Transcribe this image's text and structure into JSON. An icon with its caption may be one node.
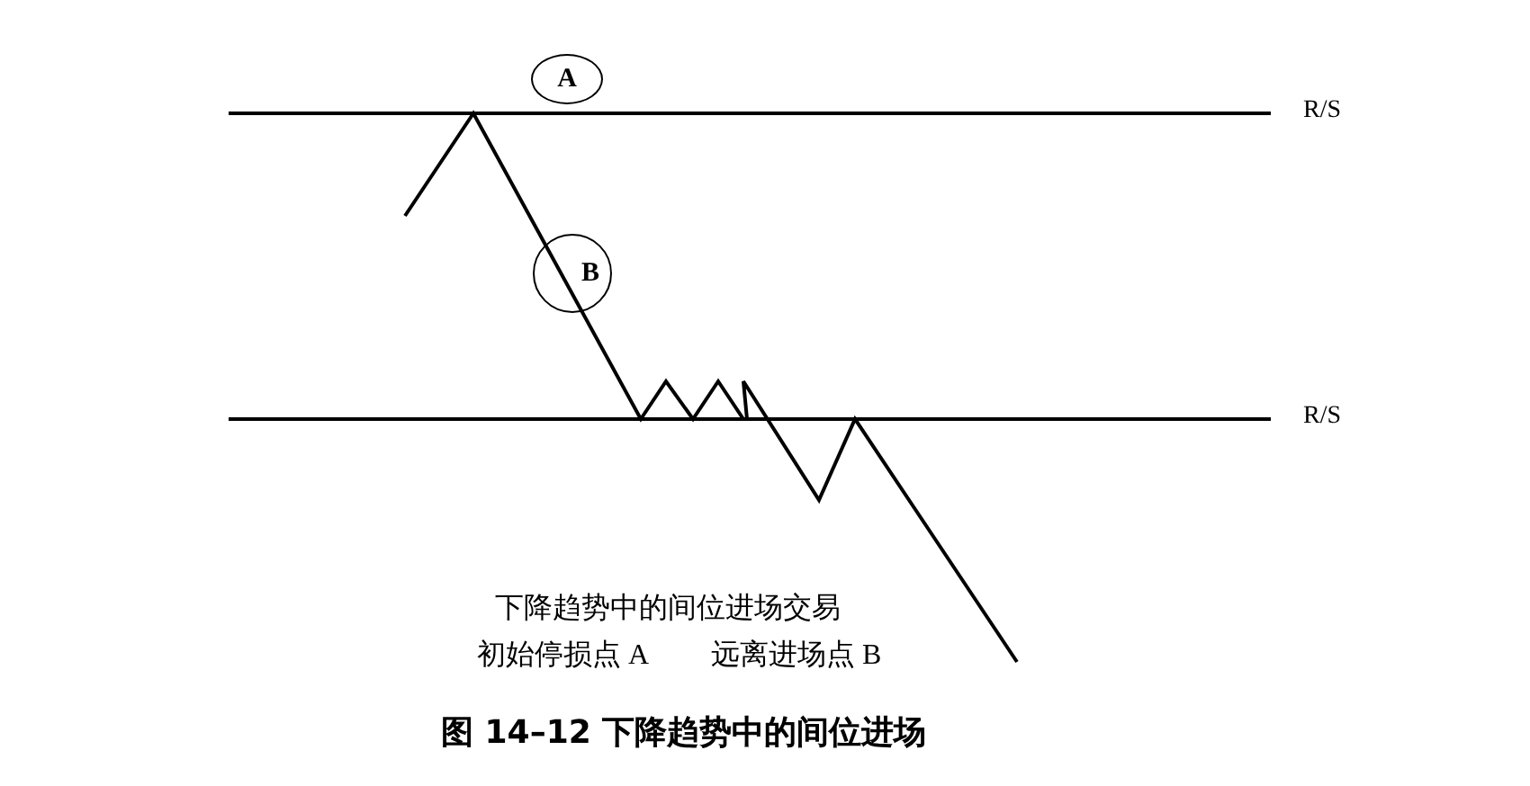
{
  "diagram": {
    "caption": "图 14–12 下降趋势中的间位进场",
    "nodes": [
      {
        "text": [
          "A"
        ]
      },
      {
        "text": [
          "B"
        ]
      }
    ],
    "labels": [
      "R/S",
      "R/S",
      "下降趋势中的间位进场交易",
      "初始停损点 A",
      "远离进场点 B"
    ]
  }
}
